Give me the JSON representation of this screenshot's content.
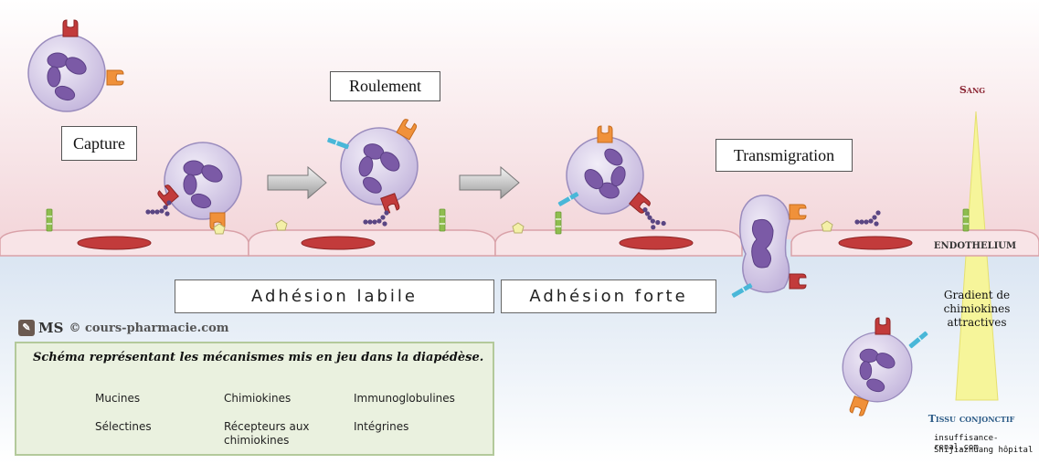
{
  "steps": {
    "capture": "Capture",
    "roulement": "Roulement",
    "transmigration": "Transmigration"
  },
  "phases": {
    "adhesion_labile": "Adhésion labile",
    "adhesion_forte": "Adhésion forte"
  },
  "zones": {
    "sang": "Sang",
    "endothelium": "ENDOTHELIUM",
    "tissu": "Tissu conjonctif",
    "gradient": "Gradient de chimiokines attractives"
  },
  "brand": {
    "ms": "MS",
    "site": "© cours-pharmacie.com"
  },
  "watermark": {
    "line1": "insuffisance-renal.com",
    "line2": "Shijiazhuang hôpital"
  },
  "legend": {
    "title": "Schéma représentant les mécanismes mis en jeu dans la diapédèse.",
    "items": [
      {
        "label": "Mucines",
        "icon": "mucin-icon"
      },
      {
        "label": "Chimiokines",
        "icon": "chemokine-icon"
      },
      {
        "label": "Immunoglobulines",
        "icon": "immunoglobulin-icon"
      },
      {
        "label": "Sélectines",
        "icon": "selectin-icon"
      },
      {
        "label": "Récepteurs aux chimiokines",
        "icon": "chemokine-receptor-icon"
      },
      {
        "label": "Intégrines",
        "icon": "integrin-icon"
      }
    ]
  },
  "colors": {
    "blood": "#f7dde0",
    "tissue": "#dfe9f4",
    "cell_fill": "#d9cfe8",
    "nucleus": "#7b5aa6",
    "mucin": "#5a4683",
    "selectin": "#c23b3b",
    "receptor": "#f0913a",
    "integrin": "#49b7d8",
    "immunoglobulin": "#8fbd4f",
    "chemokine": "#f4f0a8",
    "gradient": "#f6f59a"
  }
}
